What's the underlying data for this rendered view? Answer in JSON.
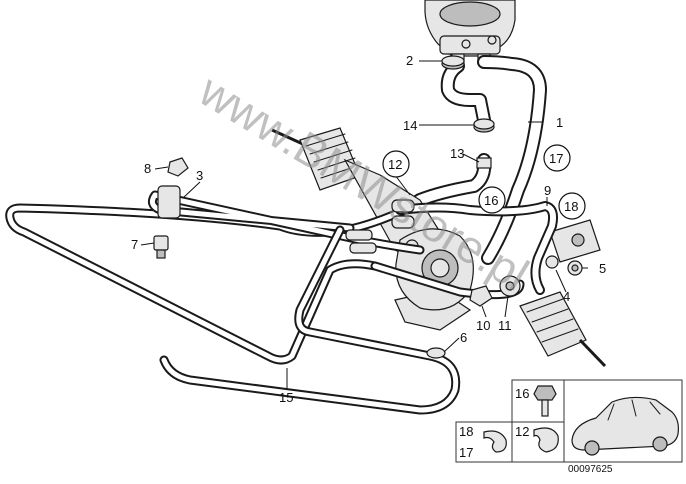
{
  "watermark": "www.BMWstore.pl",
  "callouts": [
    {
      "id": "1",
      "text": "1"
    },
    {
      "id": "2",
      "text": "2"
    },
    {
      "id": "3",
      "text": "3"
    },
    {
      "id": "4",
      "text": "4"
    },
    {
      "id": "5",
      "text": "5"
    },
    {
      "id": "6",
      "text": "6"
    },
    {
      "id": "7",
      "text": "7"
    },
    {
      "id": "8",
      "text": "8"
    },
    {
      "id": "9",
      "text": "9"
    },
    {
      "id": "10",
      "text": "10"
    },
    {
      "id": "11",
      "text": "11"
    },
    {
      "id": "13",
      "text": "13"
    },
    {
      "id": "14",
      "text": "14"
    },
    {
      "id": "15",
      "text": "15"
    }
  ],
  "circled_callouts": [
    {
      "id": "12",
      "text": "12"
    },
    {
      "id": "16",
      "text": "16"
    },
    {
      "id": "17",
      "text": "17"
    },
    {
      "id": "18",
      "text": "18"
    }
  ],
  "detail_boxes": {
    "bolt_box_label": "16",
    "clamp_box_a_labels": [
      "18",
      "17"
    ],
    "clamp_box_b_label": "12"
  },
  "document_number": "00097625"
}
